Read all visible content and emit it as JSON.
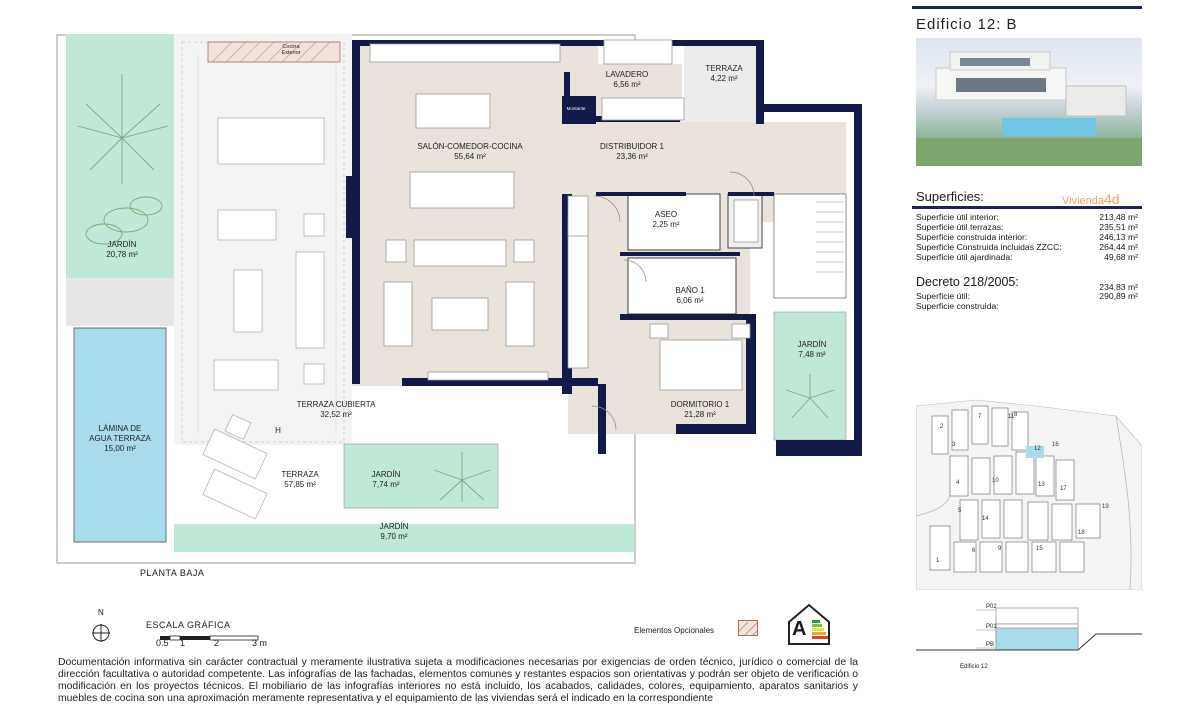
{
  "floor_plan": {
    "level_name": "PLANTA BAJA",
    "rooms": [
      {
        "key": "cocina_exterior",
        "name": "Cocina\nExterior",
        "area": ""
      },
      {
        "key": "lavadero",
        "name": "LAVADERO",
        "area": "6,56 m²"
      },
      {
        "key": "terraza_sup",
        "name": "TERRAZA",
        "area": "4,22 m²"
      },
      {
        "key": "salon",
        "name": "SALÓN-COMEDOR-COCINA",
        "area": "55,64 m²"
      },
      {
        "key": "distribuidor",
        "name": "DISTRIBUIDOR 1",
        "area": "23,36 m²"
      },
      {
        "key": "aseo",
        "name": "ASEO",
        "area": "2,25 m²"
      },
      {
        "key": "bano",
        "name": "BAÑO 1",
        "area": "6,06 m²"
      },
      {
        "key": "dormitorio",
        "name": "DORMITORIO 1",
        "area": "21,28 m²"
      },
      {
        "key": "jardin_lat",
        "name": "JARDÍN",
        "area": "7,48 m²"
      },
      {
        "key": "jardin_izq",
        "name": "JARDÍN",
        "area": "20,78 m²"
      },
      {
        "key": "terraza_cub",
        "name": "TERRAZA CUBIERTA",
        "area": "32,52 m²"
      },
      {
        "key": "lamina",
        "name": "LÁMINA DE\nAGUA TERRAZA",
        "area": "15,00 m²"
      },
      {
        "key": "terraza_inf",
        "name": "TERRAZA",
        "area": "57,85 m²"
      },
      {
        "key": "jardin_cen",
        "name": "JARDÍN",
        "area": "7,74 m²"
      },
      {
        "key": "jardin_inf",
        "name": "JARDÍN",
        "area": "9,70 m²"
      }
    ],
    "small_labels": {
      "monte": "Montante",
      "h_marker": "H"
    }
  },
  "scale": {
    "north": "N",
    "title": "ESCALA GRÁFICA",
    "ticks": [
      "0.5",
      "1",
      "2",
      "3 m"
    ]
  },
  "legend": {
    "optional_elements": "Elementos Opcionales",
    "energy_rating": "A"
  },
  "disclaimer": "Documentación informativa sin carácter contractual y meramente ilustrativa sujeta a modificaciones necesarias por exigencias de orden técnico, jurídico o comercial de la dirección facultativa o autoridad competente. Las infografías de las fachadas, elementos comunes y restantes espacios son orientativas y podrán ser objeto de verificación o modificación en los proyectos técnicos. El mobiliario de las infografías interiores no está incluido, los acabados, calidades, colores, equipamiento, aparatos sanitarios y muebles de cocina son una aproximación meramente representativa y el equipamiento de las viviendas será el indicado en la correspondiente",
  "sidebar": {
    "building_title": "Edificio 12: B",
    "superficies_title": "Superficies:",
    "vivienda_prefix": "Vivienda",
    "vivienda_type": "4d",
    "surfaces": [
      {
        "label": "Superficie útil interior:",
        "value": "213,48 m²"
      },
      {
        "label": "Superficie útil terrazas:",
        "value": "235,51 m²"
      },
      {
        "label": "Superficie construida interior:",
        "value": "246,13 m²"
      },
      {
        "label": "Superficie Construida incluidas ZZCC:",
        "value": "264,44 m²"
      },
      {
        "label": "Superficie útil ajardinada:",
        "value": "49,68 m²"
      }
    ],
    "decreto_title": "Decreto 218/2005:",
    "decreto_title_value": "234,83 m²",
    "decreto": [
      {
        "label": "Superficie útil:",
        "value": "290,89 m²"
      },
      {
        "label": "Superficie construida:",
        "value": ""
      }
    ],
    "site_plan_numbers": [
      "1",
      "2",
      "3",
      "4",
      "5",
      "6",
      "7",
      "8",
      "9",
      "10",
      "11",
      "12",
      "13",
      "14",
      "15",
      "16",
      "17",
      "18",
      "19"
    ],
    "section": {
      "levels": [
        "P02",
        "P01",
        "PB"
      ],
      "caption": "Edificio 12"
    }
  },
  "colors": {
    "wall": "#131a48",
    "room_fill": "#e9e3db",
    "garden": "#bfe8d6",
    "water": "#a8dceb",
    "terrace": "#f3f3f3",
    "accent": "#f2a263"
  }
}
